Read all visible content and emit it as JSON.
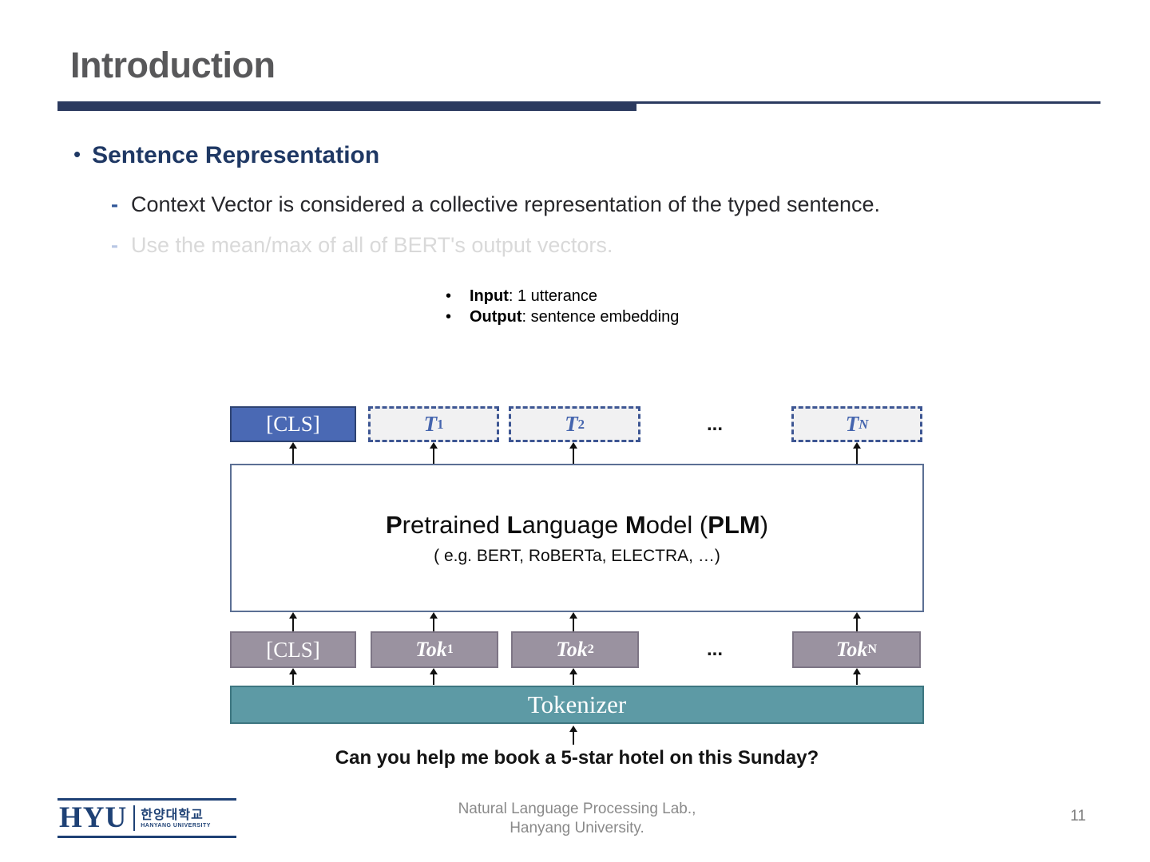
{
  "title": "Introduction",
  "section": {
    "bullet": "•",
    "heading": "Sentence Representation",
    "sub_bullets": [
      {
        "dash": "-",
        "text": "Context Vector is considered a collective representation of the typed sentence."
      },
      {
        "dash": "-",
        "text": "Use the mean/max of all of BERT's output vectors."
      }
    ]
  },
  "io_notes": {
    "bullet": "•",
    "input_label": "Input",
    "input_rest": ": 1 utterance",
    "output_label": "Output",
    "output_rest": ": sentence embedding"
  },
  "diagram": {
    "output_row": {
      "cls": "[CLS]",
      "t_base": "T",
      "sub_1": "1",
      "sub_2": "2",
      "sub_n": "N",
      "ellipsis": "..."
    },
    "plm": {
      "t1_bold": "P",
      "t1_rest": "retrained ",
      "t2_bold": "L",
      "t2_rest": "anguage ",
      "t3_bold": "M",
      "t3_rest": "odel (",
      "t4_bold": "PLM",
      "t4_rest": ")",
      "subtitle": "( e.g. BERT, RoBERTa, ELECTRA, …)"
    },
    "input_row": {
      "cls": "[CLS]",
      "tok_base": "Tok",
      "sub_1": "1",
      "sub_2": "2",
      "sub_n": "N",
      "ellipsis": "..."
    },
    "tokenizer_label": "Tokenizer",
    "sentence": "Can you help me book a 5-star hotel on this Sunday?"
  },
  "footer": {
    "logo_acronym": "HYU",
    "logo_korean": "한양대학교",
    "logo_english": "HANYANG UNIVERSITY",
    "credit_line1": "Natural Language Processing Lab.,",
    "credit_line2": "Hanyang University.",
    "page_number": "11"
  },
  "colors": {
    "accent_navy": "#1f3864",
    "bar_navy": "#2b3a5f",
    "cls_blue": "#4a69b4",
    "token_mauve": "#9a92a0",
    "tokenizer_teal": "#5d9aa5",
    "muted_text": "#d9d9d9",
    "footer_gray": "#8a8a8a"
  }
}
